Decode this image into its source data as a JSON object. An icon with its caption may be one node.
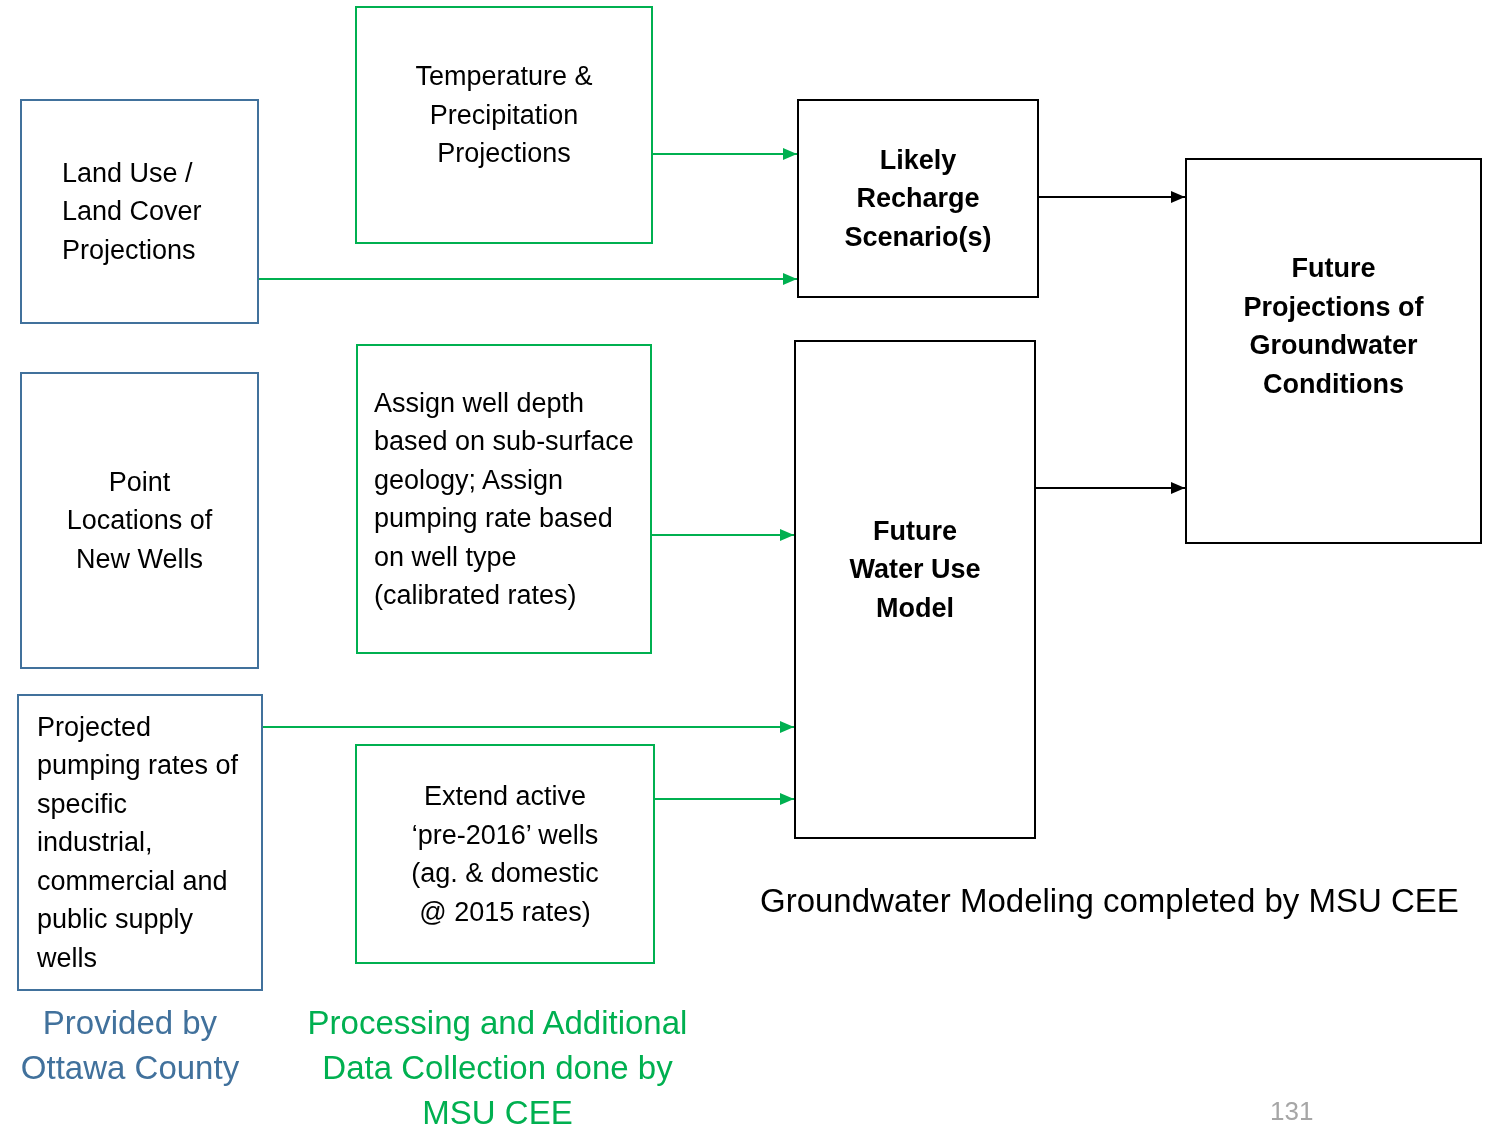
{
  "diagram": {
    "nodes": [
      {
        "text": [
          "Land Use / Land Cover Projections"
        ]
      },
      {
        "text": [
          "Temperature & Precipitation Projections"
        ]
      },
      {
        "text": [
          "Likely Recharge Scenario(s)"
        ]
      },
      {
        "text": [
          "Future Projections of Groundwater Conditions"
        ]
      },
      {
        "text": [
          "Point Locations of New Wells"
        ]
      },
      {
        "text": [
          "Assign well depth based on sub-surface geology; Assign pumping rate based on well type (calibrated rates)"
        ]
      },
      {
        "text": [
          "Future Water Use Model"
        ]
      },
      {
        "text": [
          "Projected pumping rates of specific industrial, commercial and public supply wells"
        ]
      },
      {
        "text": [
          "Extend active ‘pre-2016’ wells (ag. & domestic @ 2015 rates)"
        ]
      }
    ],
    "edges": [
      {
        "from": 1,
        "to": 2,
        "arrow": "to"
      },
      {
        "from": 0,
        "to": 2,
        "arrow": "to"
      },
      {
        "from": 2,
        "to": 3,
        "arrow": "to",
        "color": "#000000"
      },
      {
        "from": 6,
        "to": 3,
        "arrow": "to",
        "color": "#000000"
      },
      {
        "from": 5,
        "to": 6,
        "arrow": "to"
      },
      {
        "from": 7,
        "to": 6,
        "arrow": "to"
      },
      {
        "from": 8,
        "to": 6,
        "arrow": "to"
      }
    ],
    "labels": [
      "Provided by Ottawa County",
      "Processing and Additional Data Collection done by MSU CEE",
      "Groundwater Modeling completed by MSU CEE",
      "131"
    ]
  }
}
